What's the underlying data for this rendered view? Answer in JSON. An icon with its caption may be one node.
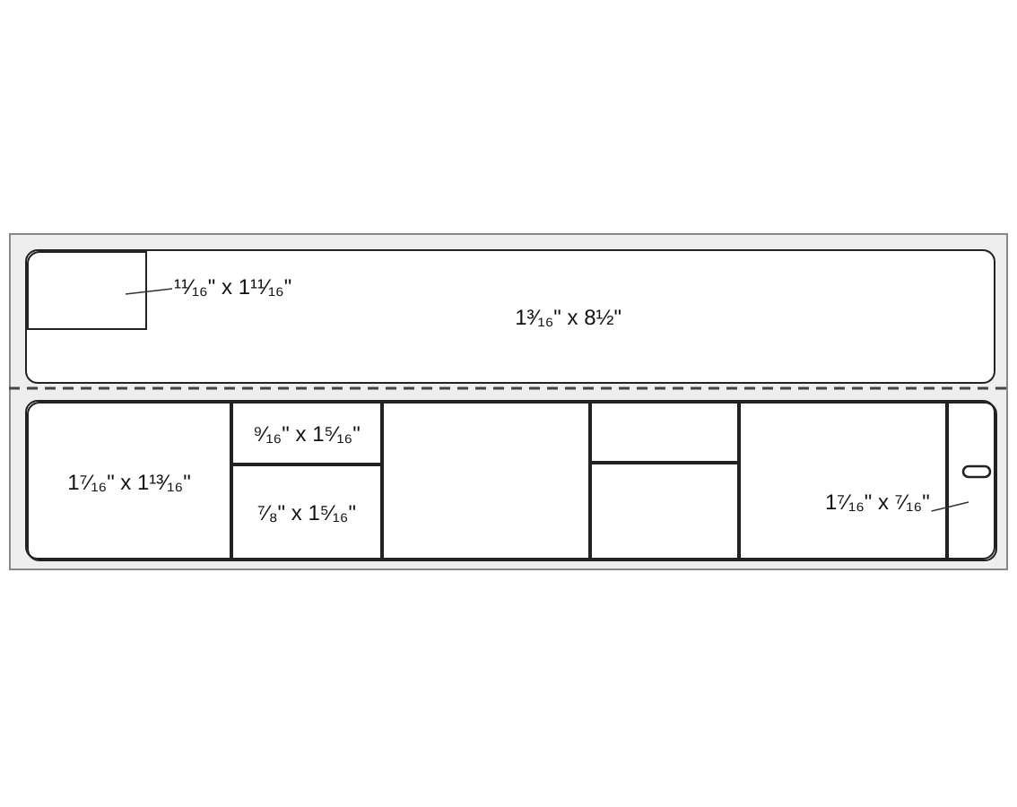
{
  "diagram": {
    "nodes": [
      {
        "text": [],
        "shape": "box"
      },
      {
        "text": [
          "1³⁄₁₆\" x 8½\""
        ],
        "in": 0
      },
      {
        "text": [],
        "shape": "box",
        "in": 1
      },
      {
        "text": [
          "¹¹⁄₁₆\" x 1¹¹⁄₁₆\""
        ],
        "in": 1
      },
      {
        "text": [],
        "shape": "box",
        "in": 0
      },
      {
        "text": [
          "1⁷⁄₁₆\" x 1¹³⁄₁₆\""
        ],
        "in": 4
      },
      {
        "text": [
          "⁹⁄₁₆\" x 1⁵⁄₁₆\""
        ],
        "in": 4
      },
      {
        "text": [
          "⁷⁄₈\" x 1⁵⁄₁₆\""
        ],
        "in": 4
      },
      {
        "text": [],
        "shape": "box",
        "in": 4
      },
      {
        "text": [],
        "shape": "box",
        "in": 4
      },
      {
        "text": [],
        "shape": "box",
        "in": 4
      },
      {
        "text": [],
        "shape": "box",
        "in": 4
      },
      {
        "text": [],
        "shape": "box",
        "in": 4
      },
      {
        "text": [
          "1⁷⁄₁₆\" x ⁷⁄₁₆\""
        ],
        "in": 11
      }
    ],
    "edges": [
      {
        "from": 3,
        "to": 2,
        "arrow": "none"
      },
      {
        "from": 13,
        "to": 12,
        "arrow": "none"
      }
    ]
  }
}
